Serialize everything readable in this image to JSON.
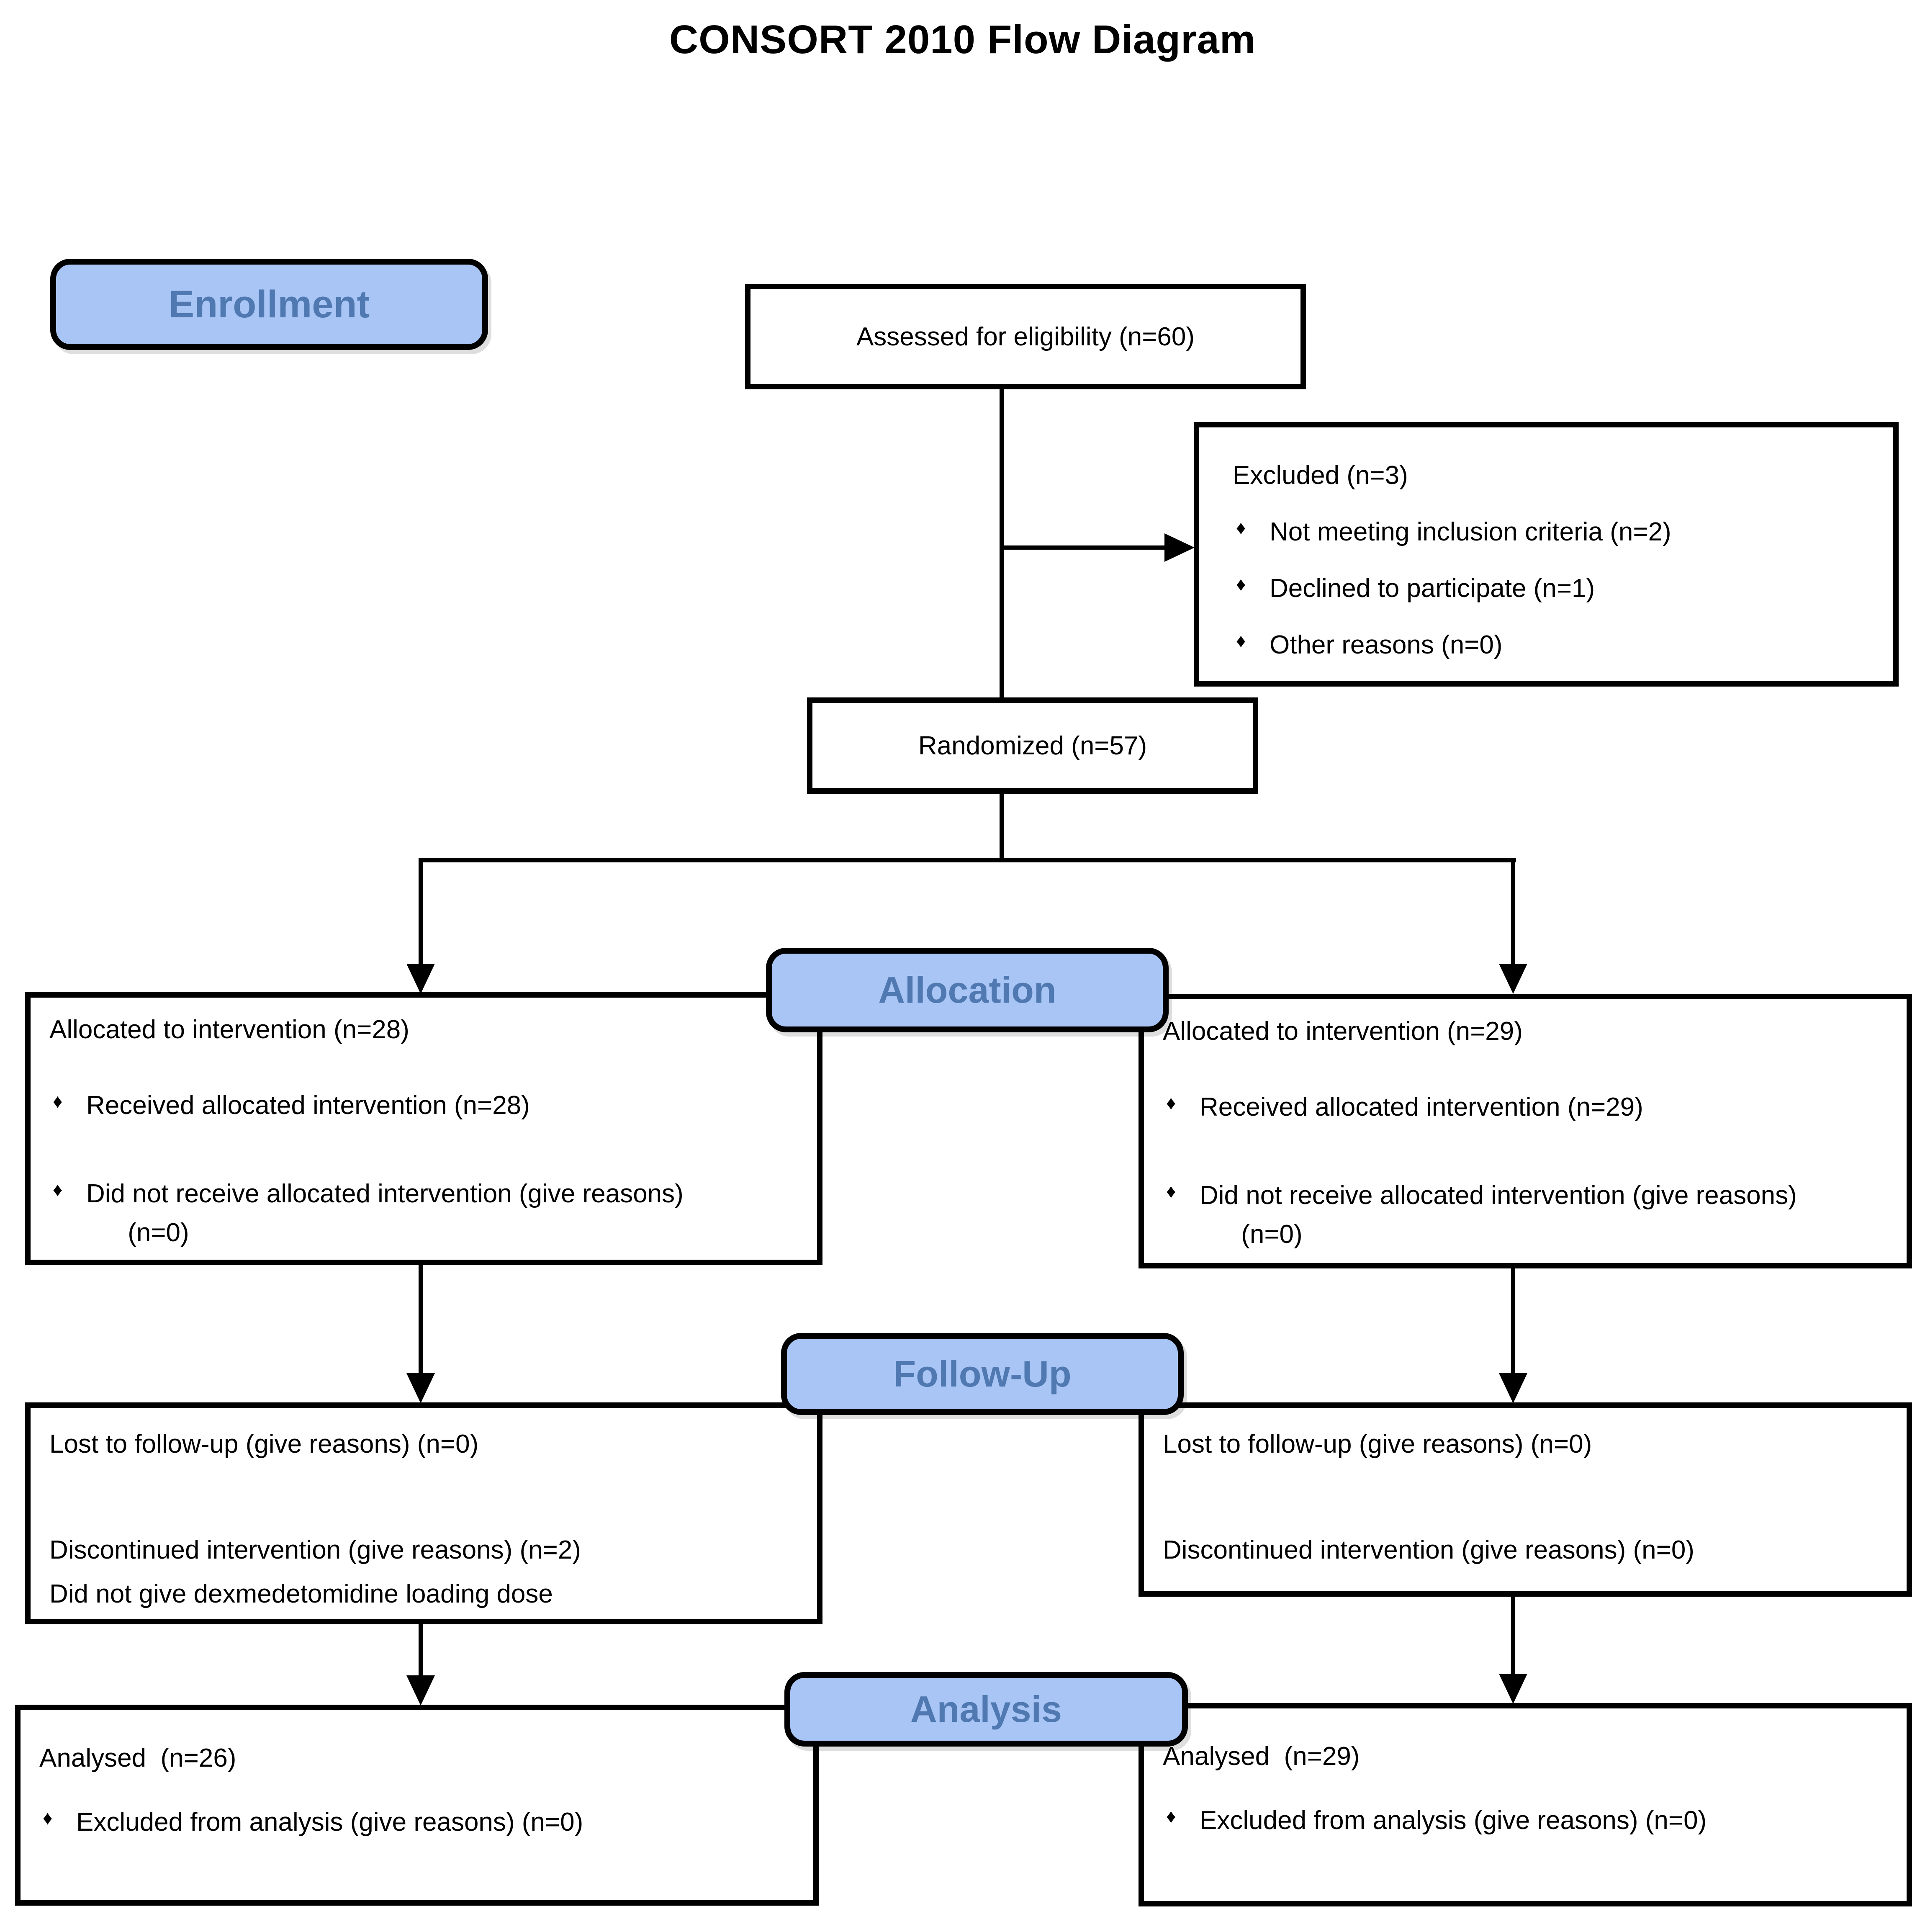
{
  "title": "CONSORT 2010 Flow Diagram",
  "glyphs": {
    "diamond": "♦"
  },
  "colors": {
    "stage_fill": "#A9C5F5",
    "stage_text": "#4F79B0",
    "line": "#000000"
  },
  "stages": {
    "enrollment": "Enrollment",
    "allocation": "Allocation",
    "followup": "Follow-Up",
    "analysis": "Analysis"
  },
  "boxes": {
    "assessed": {
      "text": "Assessed for eligibility (n=60)"
    },
    "excluded": {
      "title": "Excluded (n=3)",
      "items": [
        {
          "text": "Not meeting inclusion criteria (n=2)"
        },
        {
          "text": "Declined to participate (n=1)"
        },
        {
          "text": "Other reasons (n=0)"
        }
      ]
    },
    "randomized": {
      "text": "Randomized (n=57)"
    },
    "alloc_left": {
      "title": "Allocated to intervention (n=28)",
      "items": [
        {
          "text": "Received allocated intervention (n=28)"
        },
        {
          "text": "Did not receive allocated intervention (give reasons) (n=0)"
        }
      ]
    },
    "alloc_right": {
      "title": "Allocated to intervention (n=29)",
      "items": [
        {
          "text": "Received allocated intervention (n=29)"
        },
        {
          "text": "Did not receive allocated intervention (give reasons) (n=0)"
        }
      ]
    },
    "followup_left": {
      "line1": "Lost to follow-up (give reasons) (n=0)",
      "line2": "Discontinued intervention (give reasons) (n=2)",
      "line3": "Did not give dexmedetomidine loading dose"
    },
    "followup_right": {
      "line1": "Lost to follow-up (give reasons) (n=0)",
      "line2": "Discontinued intervention (give reasons) (n=0)"
    },
    "analysis_left": {
      "title": "Analysed  (n=26)",
      "items": [
        {
          "text": "Excluded from analysis (give reasons) (n=0)"
        }
      ]
    },
    "analysis_right": {
      "title": "Analysed  (n=29)",
      "items": [
        {
          "text": "Excluded from analysis (give reasons) (n=0)"
        }
      ]
    }
  }
}
